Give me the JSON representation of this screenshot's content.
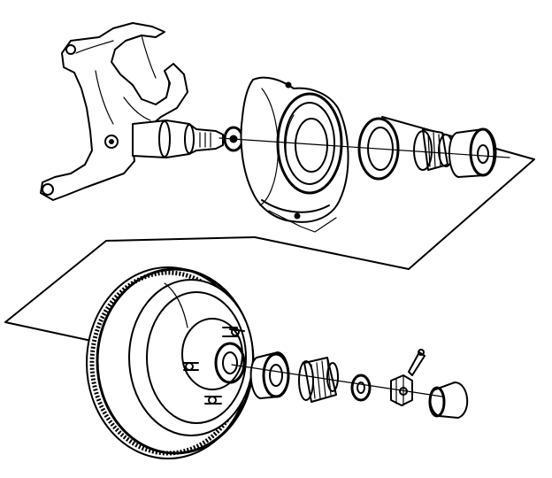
{
  "diagram": {
    "components": [
      "steering-knuckle",
      "spindle",
      "splash-shield",
      "grease-seal",
      "inner-bearing",
      "outer-bearing",
      "hub-and-rotor",
      "wheel-studs",
      "outer-bearing-cone",
      "washer",
      "nut",
      "cotter-pin",
      "dust-cap"
    ]
  }
}
